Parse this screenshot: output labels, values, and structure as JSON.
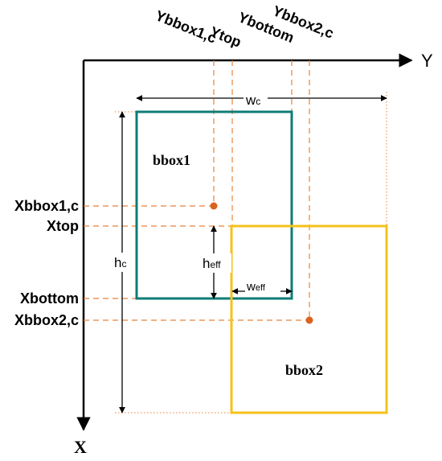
{
  "axes": {
    "x_label": "X",
    "y_label": "Y"
  },
  "boxes": {
    "bbox1": {
      "label": "bbox1",
      "color": "#0f7b76"
    },
    "bbox2": {
      "label": "bbox2",
      "color": "#f5c21b"
    }
  },
  "guide_color": "#e8823a",
  "center_color": "#d9641e",
  "top_labels": {
    "ybbox1c": "Ybbox1,c",
    "ytop": "Ytop",
    "ybottom": "Ybottom",
    "ybbox2c": "Ybbox2,c"
  },
  "left_labels": {
    "xbbox1c": "Xbbox1,c",
    "xtop": "Xtop",
    "xbottom": "Xbottom",
    "xbbox2c": "Xbbox2,c"
  },
  "dimensions": {
    "wc": {
      "main": "w",
      "sub": "c"
    },
    "hc": {
      "main": "h",
      "sub": "c"
    },
    "heff": {
      "main": "h",
      "sub": "eff"
    },
    "weff": {
      "main": "w",
      "sub": "eff"
    }
  }
}
